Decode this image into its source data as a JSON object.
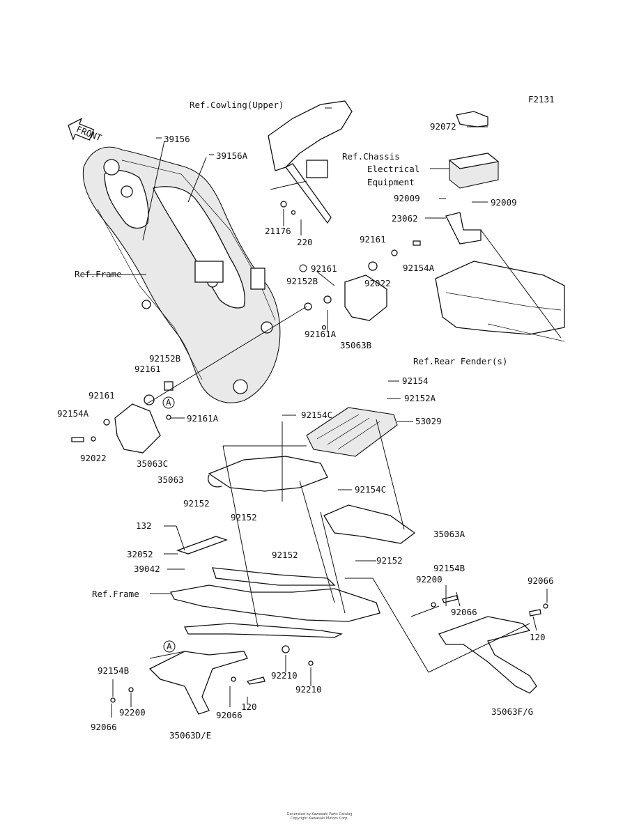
{
  "figure_code": "F2131",
  "front_arrow_label": "FRONT",
  "refs": {
    "cowling_upper": "Ref.Cowling(Upper)",
    "chassis_electrical_1": "Ref.Chassis",
    "chassis_electrical_2": "Electrical",
    "chassis_electrical_3": "Equipment",
    "frame_top": "Ref.Frame",
    "frame_bottom": "Ref.Frame",
    "rear_fender": "Ref.Rear Fender(s)"
  },
  "callout_a": "A",
  "parts": {
    "p39156": "39156",
    "p39156a": "39156A",
    "p21176": "21176",
    "p220": "220",
    "p92072": "92072",
    "p92009_left": "92009",
    "p92009_right": "92009",
    "p23062": "23062",
    "p92161_top": "92161",
    "p92154a_top": "92154A",
    "p92161_circle": "92161",
    "p92152b_top": "92152B",
    "p92022_top": "92022",
    "p92161a_mid": "92161A",
    "p35063b": "35063B",
    "p92152b_left": "92152B",
    "p92161_left": "92161",
    "p92161_left2": "92161",
    "p92154a_left": "92154A",
    "p92161a_left": "92161A",
    "p92022_left": "92022",
    "p35063c": "35063C",
    "p92154_right": "92154",
    "p92152a_right": "92152A",
    "p92154c_top": "92154C",
    "p53029": "53029",
    "p35063": "35063",
    "p92154c_mid": "92154C",
    "p92152_1": "92152",
    "p92152_2": "92152",
    "p132": "132",
    "p35063a": "35063A",
    "p32052": "32052",
    "p92152_3": "92152",
    "p92152_4": "92152",
    "p39042": "39042",
    "p92154b_right": "92154B",
    "p92200_right": "92200",
    "p92066_right1": "92066",
    "p92066_right2": "92066",
    "p120_right": "120",
    "p92210_1": "92210",
    "p92210_2": "92210",
    "p92154b_left": "92154B",
    "p92200_left": "92200",
    "p92066_left": "92066",
    "p92066_mid": "92066",
    "p120_mid": "120",
    "p35063de": "35063D/E",
    "p35063fg": "35063F/G"
  },
  "footer_line1": "Generated by Kawasaki Parts Catalog",
  "footer_line2": "Copyright Kawasaki Motors Corp."
}
